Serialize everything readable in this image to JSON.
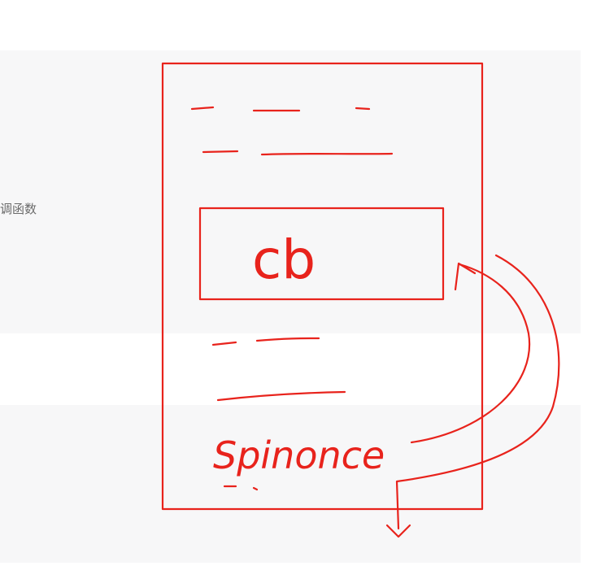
{
  "sidebar": {
    "fragment_text": "调函数"
  },
  "sketch": {
    "box_label": "cb",
    "bottom_label": "Spinonce",
    "ink_color": "#e8231c"
  },
  "colors": {
    "panel_background": "#f7f7f8",
    "page_background": "#ffffff"
  }
}
